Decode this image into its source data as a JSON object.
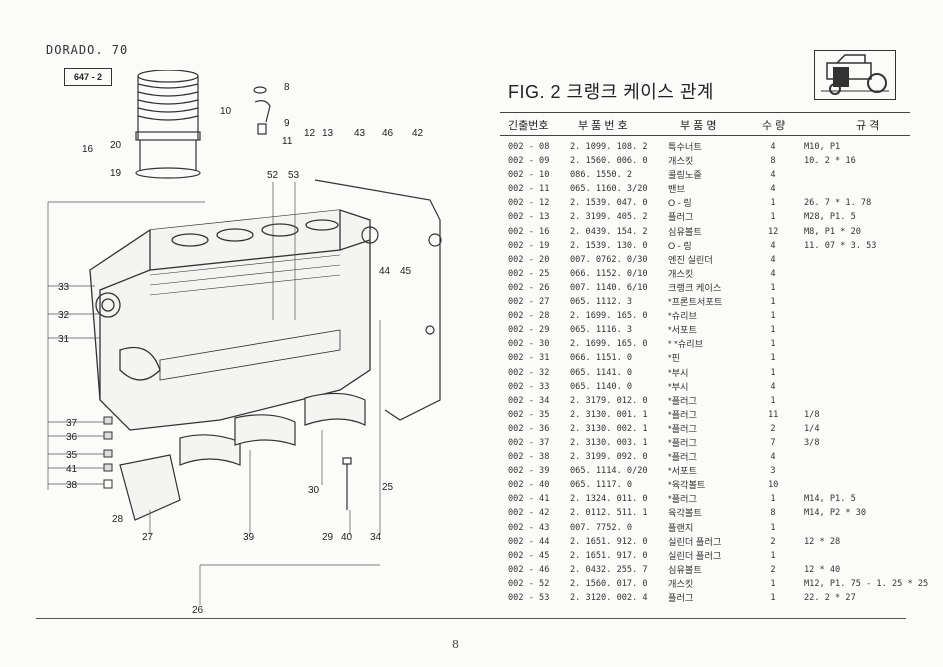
{
  "header": {
    "model": "DORADO. 70",
    "ref": "647 - 2",
    "fig_title": "FIG. 2 크랭크 케이스 관계"
  },
  "table": {
    "headers": [
      "긴출번호",
      "부 품 번 호",
      "부 품 명",
      "수 량",
      "규 격"
    ],
    "rows": [
      [
        "002 - 08",
        "2. 1099. 108. 2",
        "특수너트",
        "4",
        "M10, P1"
      ],
      [
        "002 - 09",
        "2. 1560. 006. 0",
        "개스킷",
        "8",
        "10. 2 * 16"
      ],
      [
        "002 - 10",
        "086. 1550. 2",
        "콜링노즐",
        "4",
        ""
      ],
      [
        "002 - 11",
        "065. 1160. 3/20",
        "밴브",
        "4",
        ""
      ],
      [
        "002 - 12",
        "2. 1539. 047. 0",
        "O - 링",
        "1",
        "26. 7 * 1. 78"
      ],
      [
        "002 - 13",
        "2. 3199. 405. 2",
        "플러그",
        "1",
        "M28, P1. 5"
      ],
      [
        "002 - 16",
        "2. 0439. 154. 2",
        "심유볼트",
        "12",
        "M8, P1 * 20"
      ],
      [
        "002 - 19",
        "2. 1539. 130. 0",
        "O - 링",
        "4",
        "11. 07 * 3. 53"
      ],
      [
        "002 - 20",
        "007. 0762. 0/30",
        "엔진 실린더",
        "4",
        ""
      ],
      [
        "002 - 25",
        "066. 1152. 0/10",
        "개스킷",
        "4",
        ""
      ],
      [
        "002 - 26",
        "007. 1140. 6/10",
        "크랭크 케이스",
        "1",
        ""
      ],
      [
        "002 - 27",
        "065. 1112. 3",
        "*프론트서포트",
        "1",
        ""
      ],
      [
        "002 - 28",
        "2. 1699. 165. 0",
        "*슈리브",
        "1",
        ""
      ],
      [
        "002 - 29",
        "065. 1116. 3",
        "*서포트",
        "1",
        ""
      ],
      [
        "002 - 30",
        "2. 1699. 165. 0",
        "* *슈리브",
        "1",
        ""
      ],
      [
        "002 - 31",
        "066. 1151. 0",
        "*핀",
        "1",
        ""
      ],
      [
        "002 - 32",
        "065. 1141. 0",
        "*부시",
        "1",
        ""
      ],
      [
        "002 - 33",
        "065. 1140. 0",
        "*부시",
        "4",
        ""
      ],
      [
        "002 - 34",
        "2. 3179. 012. 0",
        "*플러그",
        "1",
        ""
      ],
      [
        "002 - 35",
        "2. 3130. 001. 1",
        "*플러그",
        "11",
        "1/8"
      ],
      [
        "002 - 36",
        "2. 3130. 002. 1",
        "*플러그",
        "2",
        "1/4"
      ],
      [
        "002 - 37",
        "2. 3130. 003. 1",
        "*플러그",
        "7",
        "3/8"
      ],
      [
        "002 - 38",
        "2. 3199. 092. 0",
        "*플러그",
        "4",
        ""
      ],
      [
        "002 - 39",
        "065. 1114. 0/20",
        "*서포트",
        "3",
        ""
      ],
      [
        "002 - 40",
        "065. 1117. 0",
        "*육각볼트",
        "10",
        ""
      ],
      [
        "002 - 41",
        "2. 1324. 011. 0",
        "*플러그",
        "1",
        "M14, P1. 5"
      ],
      [
        "002 - 42",
        "2. 0112. 511. 1",
        "육각볼트",
        "8",
        "M14, P2 * 30"
      ],
      [
        "002 - 43",
        "007. 7752. 0",
        "플랜지",
        "1",
        ""
      ],
      [
        "002 - 44",
        "2. 1651. 912. 0",
        "실린더 플러그",
        "2",
        "12 * 28"
      ],
      [
        "002 - 45",
        "2. 1651. 917. 0",
        "실린더 플러그",
        "1",
        ""
      ],
      [
        "002 - 46",
        "2. 0432. 255. 7",
        "심유볼트",
        "2",
        "12 * 40"
      ],
      [
        "002 - 52",
        "2. 1560. 017. 0",
        "개스킷",
        "1",
        "M12, P1. 75 - 1. 25 * 25"
      ],
      [
        "002 - 53",
        "2. 3120. 002. 4",
        "플러그",
        "1",
        "22. 2 * 27"
      ]
    ]
  },
  "diagram": {
    "callouts": [
      "8",
      "10",
      "9",
      "11",
      "12",
      "13",
      "43",
      "46",
      "42",
      "16",
      "20",
      "19",
      "52",
      "53",
      "44",
      "45",
      "33",
      "32",
      "31",
      "37",
      "36",
      "35",
      "41",
      "38",
      "28",
      "27",
      "39",
      "30",
      "29",
      "40",
      "34",
      "25",
      "26"
    ]
  },
  "footer": {
    "page_number": "8"
  },
  "icons": [
    "tractor-icon"
  ]
}
